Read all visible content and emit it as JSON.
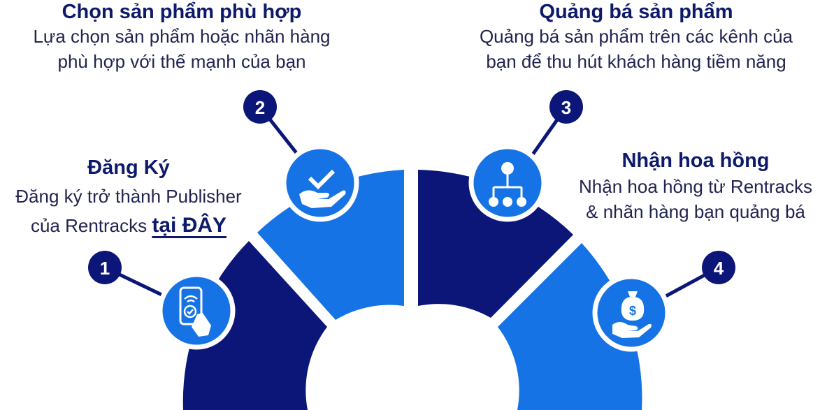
{
  "colors": {
    "dark": "#0b1678",
    "mid": "#0d4fbf",
    "light": "#1573e6",
    "badge": "#0b1678",
    "text_dark": "#0d1a6b"
  },
  "steps": [
    {
      "number": "1",
      "title": "Đăng Ký",
      "desc_line1": "Đăng ký trở thành Publisher",
      "desc_line2_prefix": "của Rentracks",
      "link_text": "tại ĐÂY",
      "icon": "phone-tap-icon"
    },
    {
      "number": "2",
      "title": "Chọn sản phẩm phù hợp",
      "desc_line1": "Lựa chọn sản phẩm hoặc nhãn hàng",
      "desc_line2": "phù hợp với thế mạnh của bạn",
      "icon": "hand-check-icon"
    },
    {
      "number": "3",
      "title": "Quảng bá sản phẩm",
      "desc_line1": "Quảng bá sản phẩm trên các kênh của",
      "desc_line2": "bạn để thu hút khách hàng tiềm năng",
      "icon": "network-icon"
    },
    {
      "number": "4",
      "title": "Nhận hoa hồng",
      "desc_line1": "Nhận hoa hồng từ Rentracks",
      "desc_line2": "& nhãn hàng bạn quảng bá",
      "icon": "money-bag-hand-icon"
    }
  ]
}
